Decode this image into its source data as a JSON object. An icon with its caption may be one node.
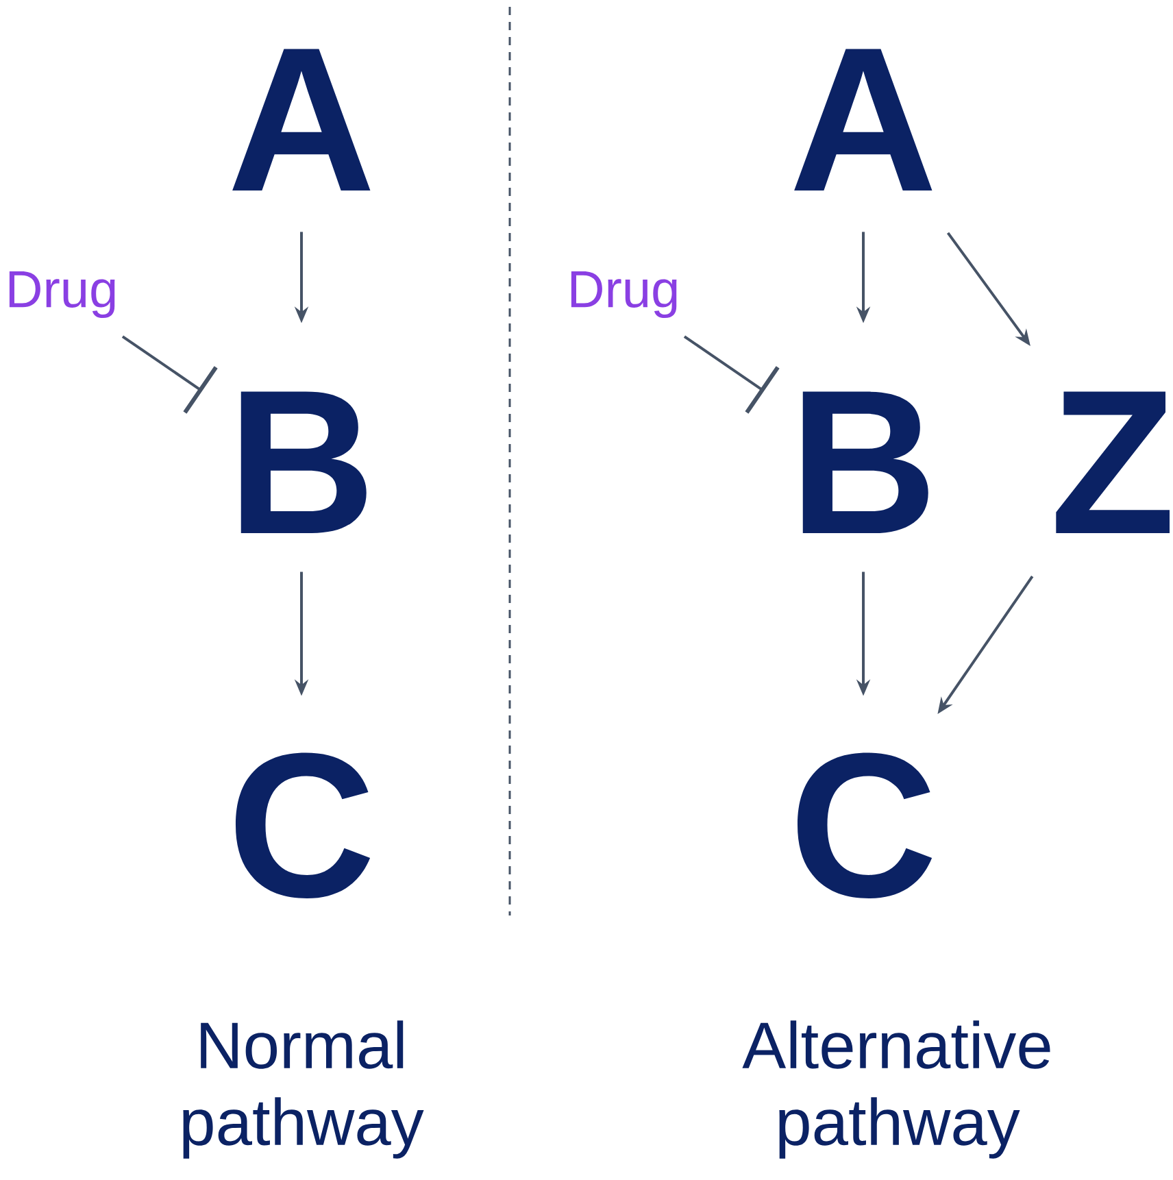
{
  "diagram": {
    "nodes": [
      {
        "text": [
          "A"
        ]
      },
      {
        "text": [
          "B"
        ]
      },
      {
        "text": [
          "C"
        ]
      },
      {
        "text": [
          "Drug"
        ]
      },
      {
        "text": [
          "A"
        ]
      },
      {
        "text": [
          "B"
        ]
      },
      {
        "text": [
          "Z"
        ]
      },
      {
        "text": [
          "C"
        ]
      },
      {
        "text": [
          "Drug"
        ]
      }
    ],
    "edges": [
      {
        "from": 0,
        "to": 1,
        "arrow": "to"
      },
      {
        "from": 1,
        "to": 2,
        "arrow": "to"
      },
      {
        "from": 3,
        "to": 1,
        "arrow": "other"
      },
      {
        "from": 4,
        "to": 5,
        "arrow": "to"
      },
      {
        "from": 5,
        "to": 7,
        "arrow": "to"
      },
      {
        "from": 4,
        "to": 6,
        "arrow": "to"
      },
      {
        "from": 6,
        "to": 7,
        "arrow": "to"
      },
      {
        "from": 8,
        "to": 5,
        "arrow": "other"
      }
    ],
    "labels": [
      "Normal pathway",
      "Alternative pathway"
    ]
  }
}
